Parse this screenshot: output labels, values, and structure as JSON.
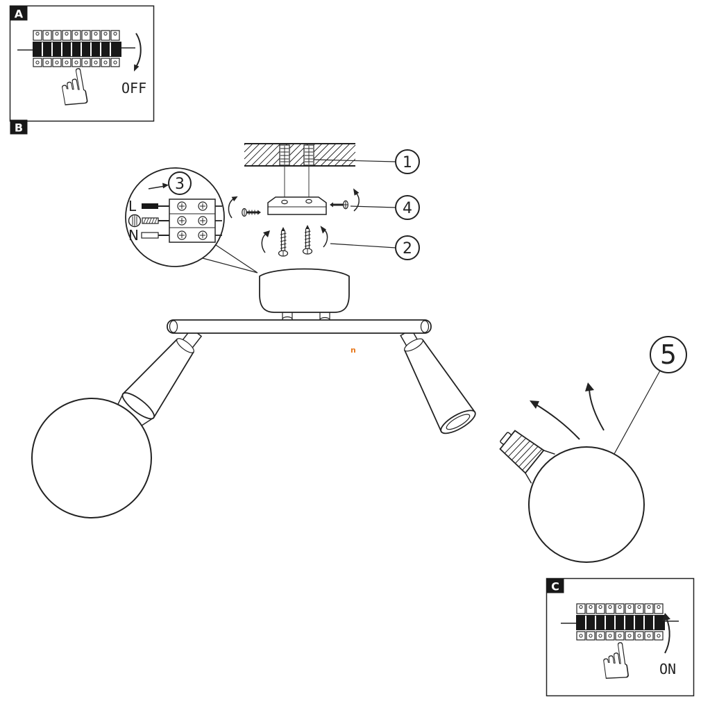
{
  "panels": {
    "a": {
      "tag": "A",
      "state": "OFF"
    },
    "b": {
      "tag": "B"
    },
    "c": {
      "tag": "C",
      "state": "ON"
    }
  },
  "callouts": {
    "c1": "1",
    "c2": "2",
    "c3": "3",
    "c4": "4",
    "c5": "5"
  },
  "terminal_labels": {
    "live": "L",
    "neutral": "N"
  },
  "icons": {
    "pointing_hand": "☝",
    "earth": "earth-symbol-icon"
  },
  "artifact": {
    "glyph": "n"
  },
  "colors": {
    "ink": "#222222",
    "paper": "#ffffff",
    "accent": "#e8791e"
  }
}
